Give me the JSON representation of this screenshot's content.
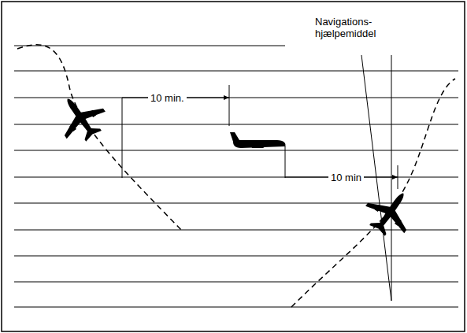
{
  "diagram": {
    "labels": [
      "Navigations- hjælpemiddel",
      "10 min.",
      "10 min"
    ]
  }
}
